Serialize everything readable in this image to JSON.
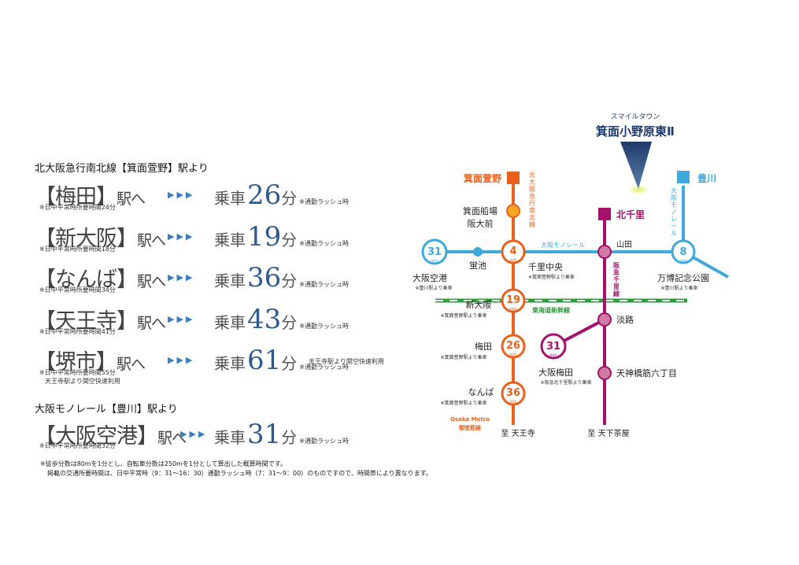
{
  "left": {
    "section1_title": "北大阪急行南北線【箕面萱野】駅より",
    "section2_title": "大阪モノレール【豊川】駅より",
    "arrows": "▶▶▶",
    "ride_label": "乗車",
    "unit": "分",
    "rush_tag": "※通勤ラッシュ時",
    "routes": [
      {
        "name": "【梅田】",
        "suffix": "駅へ",
        "minutes": "26",
        "note": "※日中平常時所要時間24分"
      },
      {
        "name": "【新大阪】",
        "suffix": "駅へ",
        "minutes": "19",
        "note": "※日中平常時所要時間18分"
      },
      {
        "name": "【なんば】",
        "suffix": "駅へ",
        "minutes": "36",
        "note": "※日中平常時所要時間34分"
      },
      {
        "name": "【天王寺】",
        "suffix": "駅へ",
        "minutes": "43",
        "note": "※日中平常時所要時間41分"
      },
      {
        "name": "【堺市】",
        "suffix": "駅へ",
        "minutes": "61",
        "note": "※日中平常時所要時間55分",
        "note2": "天王寺駅より関空快速利用",
        "tag2": "天王寺駅より関空快速利用"
      },
      {
        "name": "【大阪空港】",
        "suffix": "駅へ",
        "minutes": "31",
        "note": "※日中平常時所要時間32分"
      }
    ],
    "footnote1": "※徒歩分数は80mを1分とし、自転車分数は250mを1分として算出した概算時間です。",
    "footnote2": "掲載の交通所要時間は、日中平常時（9：31〜16：30）通勤ラッシュ時（7：31〜9：00）のものですので、時間帯により異なります。"
  },
  "map": {
    "property_small": "スマイルタウン",
    "property_name": "箕面小野原東Ⅱ",
    "stations": {
      "minoh_kayano": "箕面萱野",
      "minoh_senba_1": "箕面船場",
      "minoh_senba_2": "阪大前",
      "kitasenri": "北千里",
      "toyokawa": "豊川",
      "yamada": "山田",
      "hotarugaike": "蛍池",
      "senri_chuo": "千里中央",
      "senri_chuo_note": "※箕面萱野駅より乗車",
      "osaka_airport": "大阪空港",
      "osaka_airport_note": "※豊川駅より乗車",
      "banpaku": "万博記念公園",
      "banpaku_note": "※豊川駅より乗車",
      "shin_osaka": "新大阪",
      "shin_osaka_note": "※箕面萱野駅より乗車",
      "awaji": "淡路",
      "umeda": "梅田",
      "umeda_note": "※箕面萱野駅より乗車",
      "osaka_umeda": "大阪梅田",
      "osaka_umeda_note": "※阪急北千里駅より乗車",
      "tenjinbashi": "天神橋筋六丁目",
      "namba": "なんば",
      "namba_note": "※箕面萱野駅より乗車",
      "tennoji": "至 天王寺",
      "tenkachaya": "至 天下茶屋"
    },
    "lines": {
      "kitakyu_vertical": [
        "北",
        "大",
        "阪",
        "急",
        "行",
        "南",
        "北",
        "線"
      ],
      "monorail_vertical": [
        "大",
        "阪",
        "モ",
        "ノ",
        "レ",
        "ー",
        "ル"
      ],
      "hankyu_vertical": [
        "阪",
        "急",
        "千",
        "里",
        "線"
      ],
      "monorail_label": "大阪モノレール",
      "shinkansen_label": "東海道新幹線",
      "metro_label_1": "Osaka Metro",
      "metro_label_2": "御堂筋線"
    },
    "badges": {
      "min": "min",
      "b4": "4",
      "b19": "19",
      "b26": "26",
      "b36": "36",
      "b31a": "31",
      "b8": "8",
      "b31b": "31"
    },
    "colors": {
      "orange": "#e8621e",
      "blue": "#3fa9dd",
      "hankyu": "#a5126b",
      "shinkansen": "#2e9b3a",
      "hankyu_pink": "#d07aa4",
      "navy": "#244a79",
      "property": "#1d3a6b"
    }
  }
}
